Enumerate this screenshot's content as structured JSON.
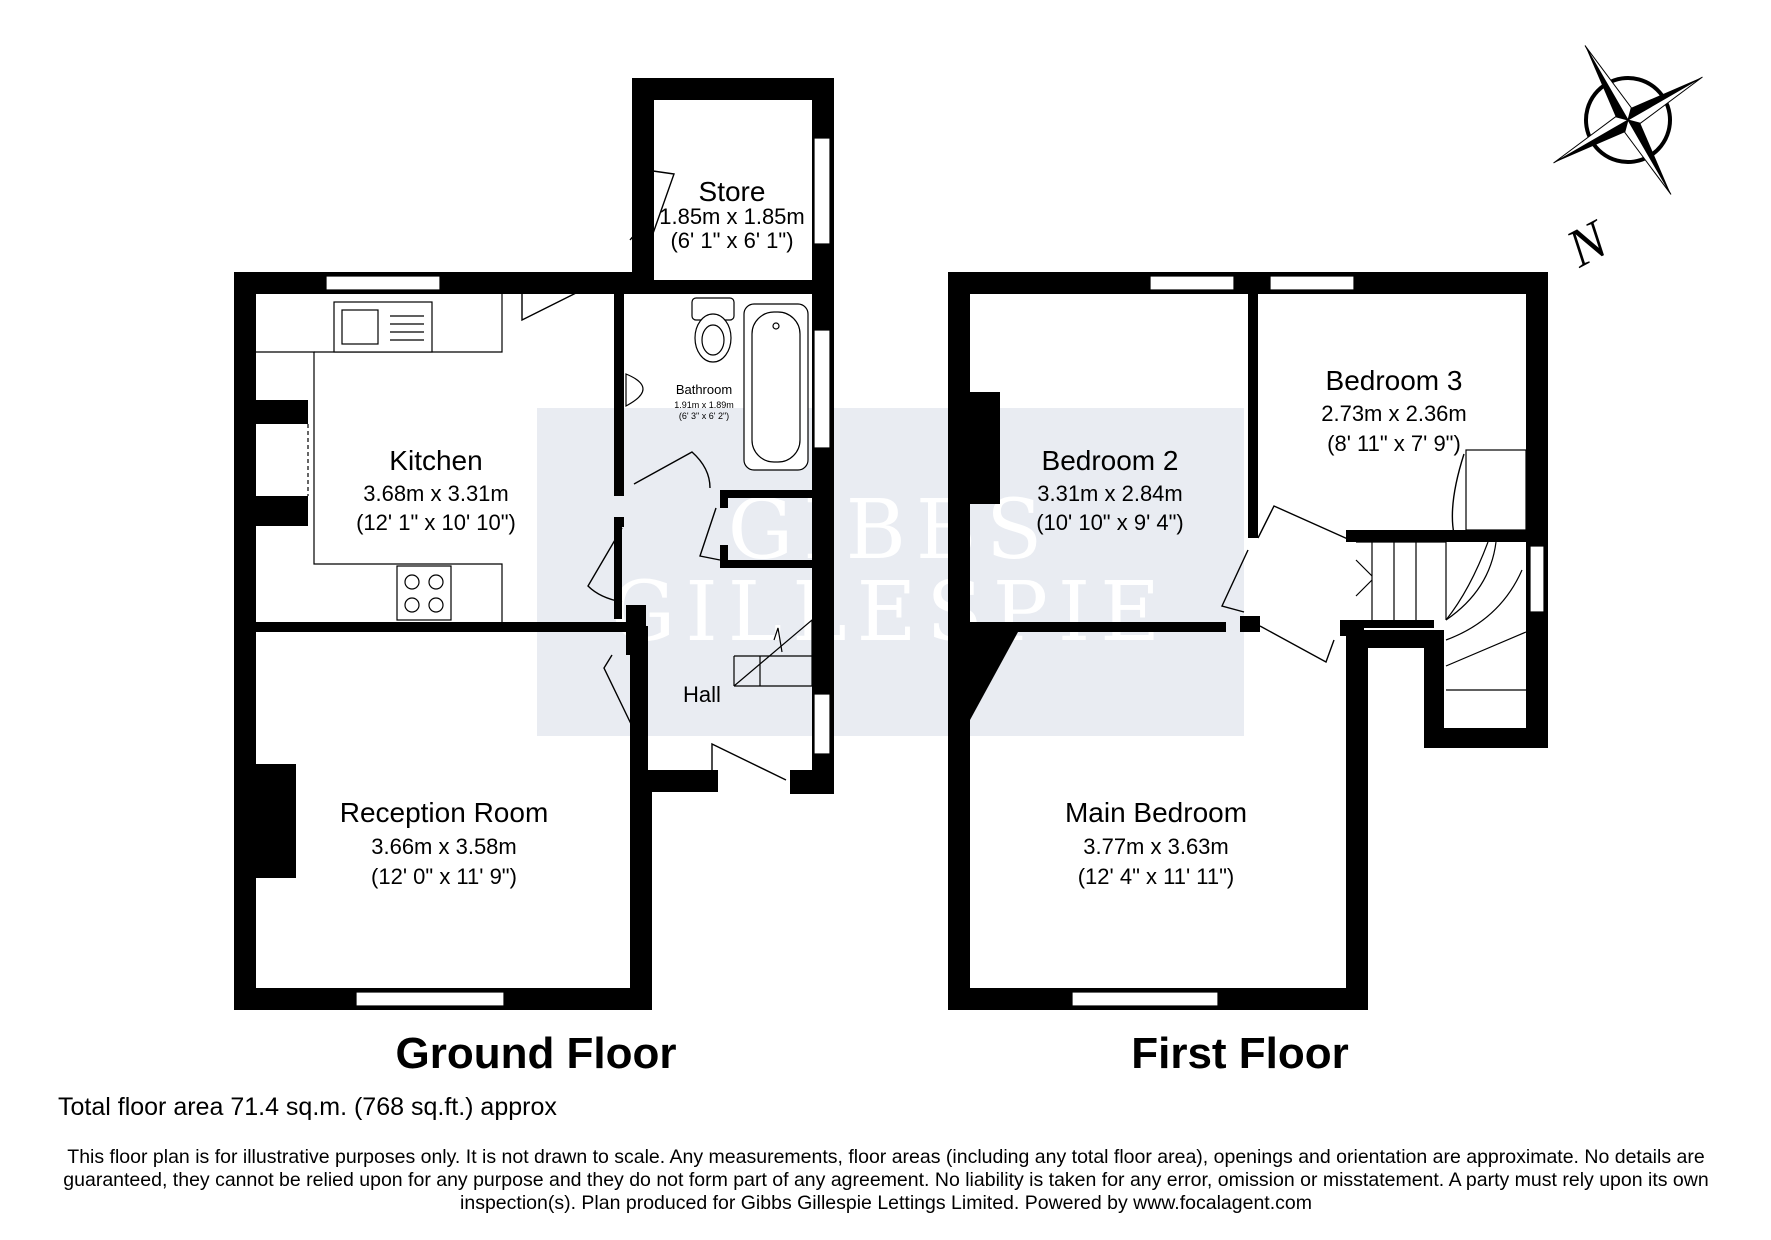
{
  "watermark": {
    "line1": "GIBBS",
    "line2": "GILLESPIE"
  },
  "compass": {
    "north_label": "N",
    "icon": "compass-rose-icon"
  },
  "floors": {
    "ground": {
      "title": "Ground Floor",
      "rooms": {
        "store": {
          "name": "Store",
          "dim_m": "1.85m x 1.85m",
          "dim_ft": "(6' 1\" x 6' 1\")"
        },
        "bathroom": {
          "name": "Bathroom",
          "dim_m": "1.91m x 1.89m",
          "dim_ft": "(6' 3\" x 6' 2\")"
        },
        "kitchen": {
          "name": "Kitchen",
          "dim_m": "3.68m x 3.31m",
          "dim_ft": "(12' 1\" x 10' 10\")"
        },
        "hall": {
          "name": "Hall"
        },
        "reception": {
          "name": "Reception Room",
          "dim_m": "3.66m x 3.58m",
          "dim_ft": "(12' 0\" x 11' 9\")"
        }
      }
    },
    "first": {
      "title": "First Floor",
      "rooms": {
        "bedroom2": {
          "name": "Bedroom 2",
          "dim_m": "3.31m x 2.84m",
          "dim_ft": "(10' 10\" x 9' 4\")"
        },
        "bedroom3": {
          "name": "Bedroom 3",
          "dim_m": "2.73m x 2.36m",
          "dim_ft": "(8' 11\" x 7' 9\")"
        },
        "main_bedroom": {
          "name": "Main Bedroom",
          "dim_m": "3.77m x 3.63m",
          "dim_ft": "(12' 4\" x 11' 11\")"
        }
      }
    }
  },
  "total_area": "Total floor area 71.4 sq.m. (768 sq.ft.) approx",
  "disclaimer": "This floor plan is for illustrative purposes only. It is not drawn to scale. Any measurements, floor areas (including any total floor area), openings and orientation are approximate. No details are guaranteed, they cannot be relied upon for any purpose and they do not form part of any agreement. No liability is taken for any error, omission or misstatement. A party must rely upon its own inspection(s). Plan produced for Gibbs Gillespie Lettings Limited. Powered by www.focalagent.com"
}
